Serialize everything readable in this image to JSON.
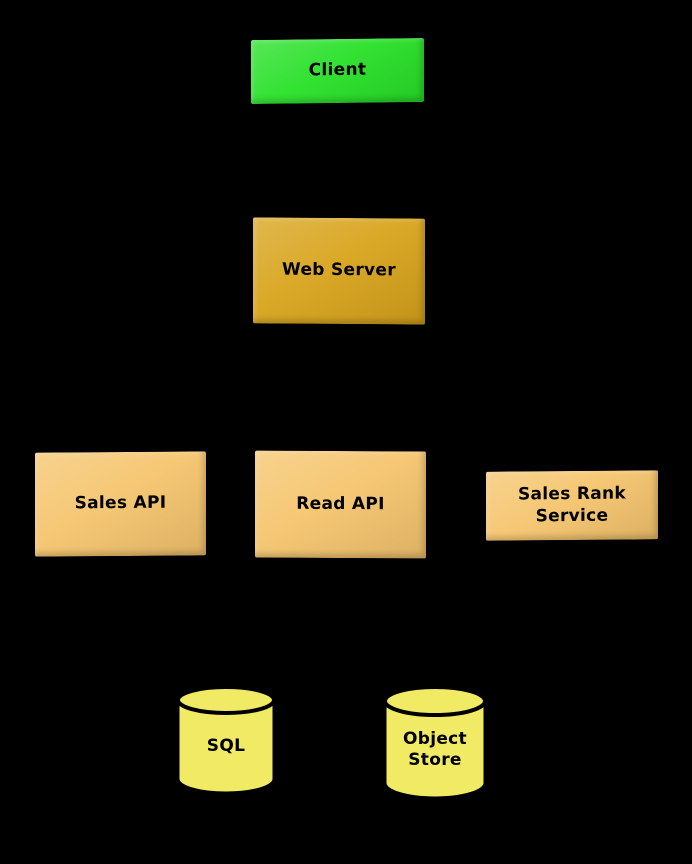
{
  "diagram": {
    "background_color": "#000000",
    "text_color": "#000000",
    "nodes": {
      "client": {
        "label": "Client",
        "shape": "rectangle",
        "color": "#28e028"
      },
      "web_server": {
        "label": "Web Server",
        "shape": "rectangle",
        "color": "#d8a41c"
      },
      "sales_api": {
        "label": "Sales API",
        "shape": "rectangle",
        "color": "#f5c56e"
      },
      "read_api": {
        "label": "Read API",
        "shape": "rectangle",
        "color": "#f5c56e"
      },
      "sales_rank_service": {
        "label": "Sales Rank\nService",
        "shape": "rectangle",
        "color": "#f5c56e"
      },
      "sql": {
        "label": "SQL",
        "shape": "cylinder",
        "color": "#f1ea64"
      },
      "object_store": {
        "label": "Object\nStore",
        "shape": "cylinder",
        "color": "#f1ea64"
      }
    }
  }
}
